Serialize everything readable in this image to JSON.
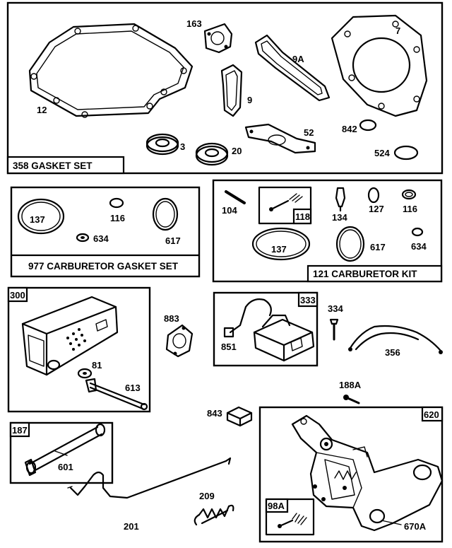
{
  "panels": {
    "gasket_set": {
      "title": "358 GASKET SET"
    },
    "carb_gasket_set": {
      "title": "977 CARBURETOR GASKET SET"
    },
    "carb_kit": {
      "title": "121 CARBURETOR KIT"
    }
  },
  "callouts": {
    "p12": "12",
    "p163": "163",
    "p9a": "9A",
    "p7": "7",
    "p9": "9",
    "p3": "3",
    "p20": "20",
    "p52": "52",
    "p842": "842",
    "p524": "524",
    "p137a": "137",
    "p116a": "116",
    "p634a": "634",
    "p617a": "617",
    "p104": "104",
    "p118": "118",
    "p134": "134",
    "p127": "127",
    "p116b": "116",
    "p137b": "137",
    "p617b": "617",
    "p634b": "634",
    "p300": "300",
    "p81": "81",
    "p613": "613",
    "p883": "883",
    "p333": "333",
    "p334": "334",
    "p851": "851",
    "p356": "356",
    "p188a": "188A",
    "p620": "620",
    "p843": "843",
    "p187": "187",
    "p601": "601",
    "p209": "209",
    "p201": "201",
    "p98a": "98A",
    "p670a": "670A"
  }
}
